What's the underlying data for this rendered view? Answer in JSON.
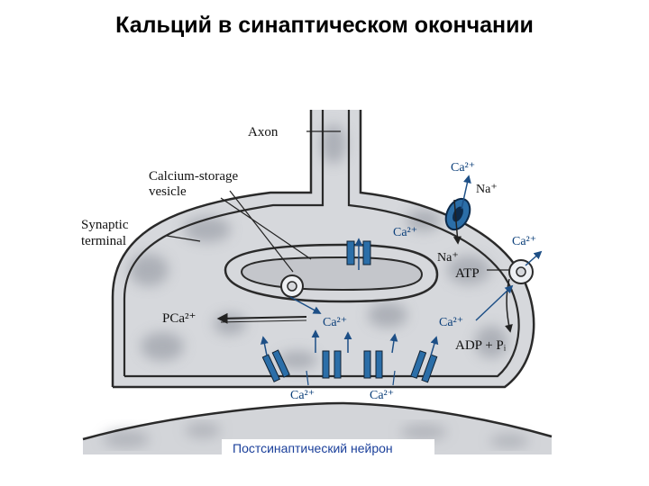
{
  "slide": {
    "title": "Кальций в синаптическом окончании"
  },
  "labels": {
    "axon": "Axon",
    "calcium_storage": "Calcium-storage",
    "vesicle": "vesicle",
    "synaptic": "Synaptic",
    "terminal": "terminal",
    "na_plus_top": "Na⁺",
    "na_plus_bottom": "Na⁺",
    "atp": "ATP",
    "adp_pi": "ADP + Pᵢ",
    "pca": "PCa²⁺",
    "ca_exch_out": "Ca²⁺",
    "ca_pump_out": "Ca²⁺",
    "ca_vesicle_in": "Ca²⁺",
    "ca_center": "Ca²⁺",
    "ca_pump_in": "Ca²⁺",
    "ca_channel_left": "Ca²⁺",
    "ca_channel_right": "Ca²⁺",
    "postsynaptic": "Постсинаптический нейрон"
  },
  "colors": {
    "membrane": "#2a2a2a",
    "channel": "#2b6ea8",
    "ion": "#0b3f7a",
    "postsynaptic_text": "#1a3f9a",
    "mottle": "#c9cbd0"
  }
}
